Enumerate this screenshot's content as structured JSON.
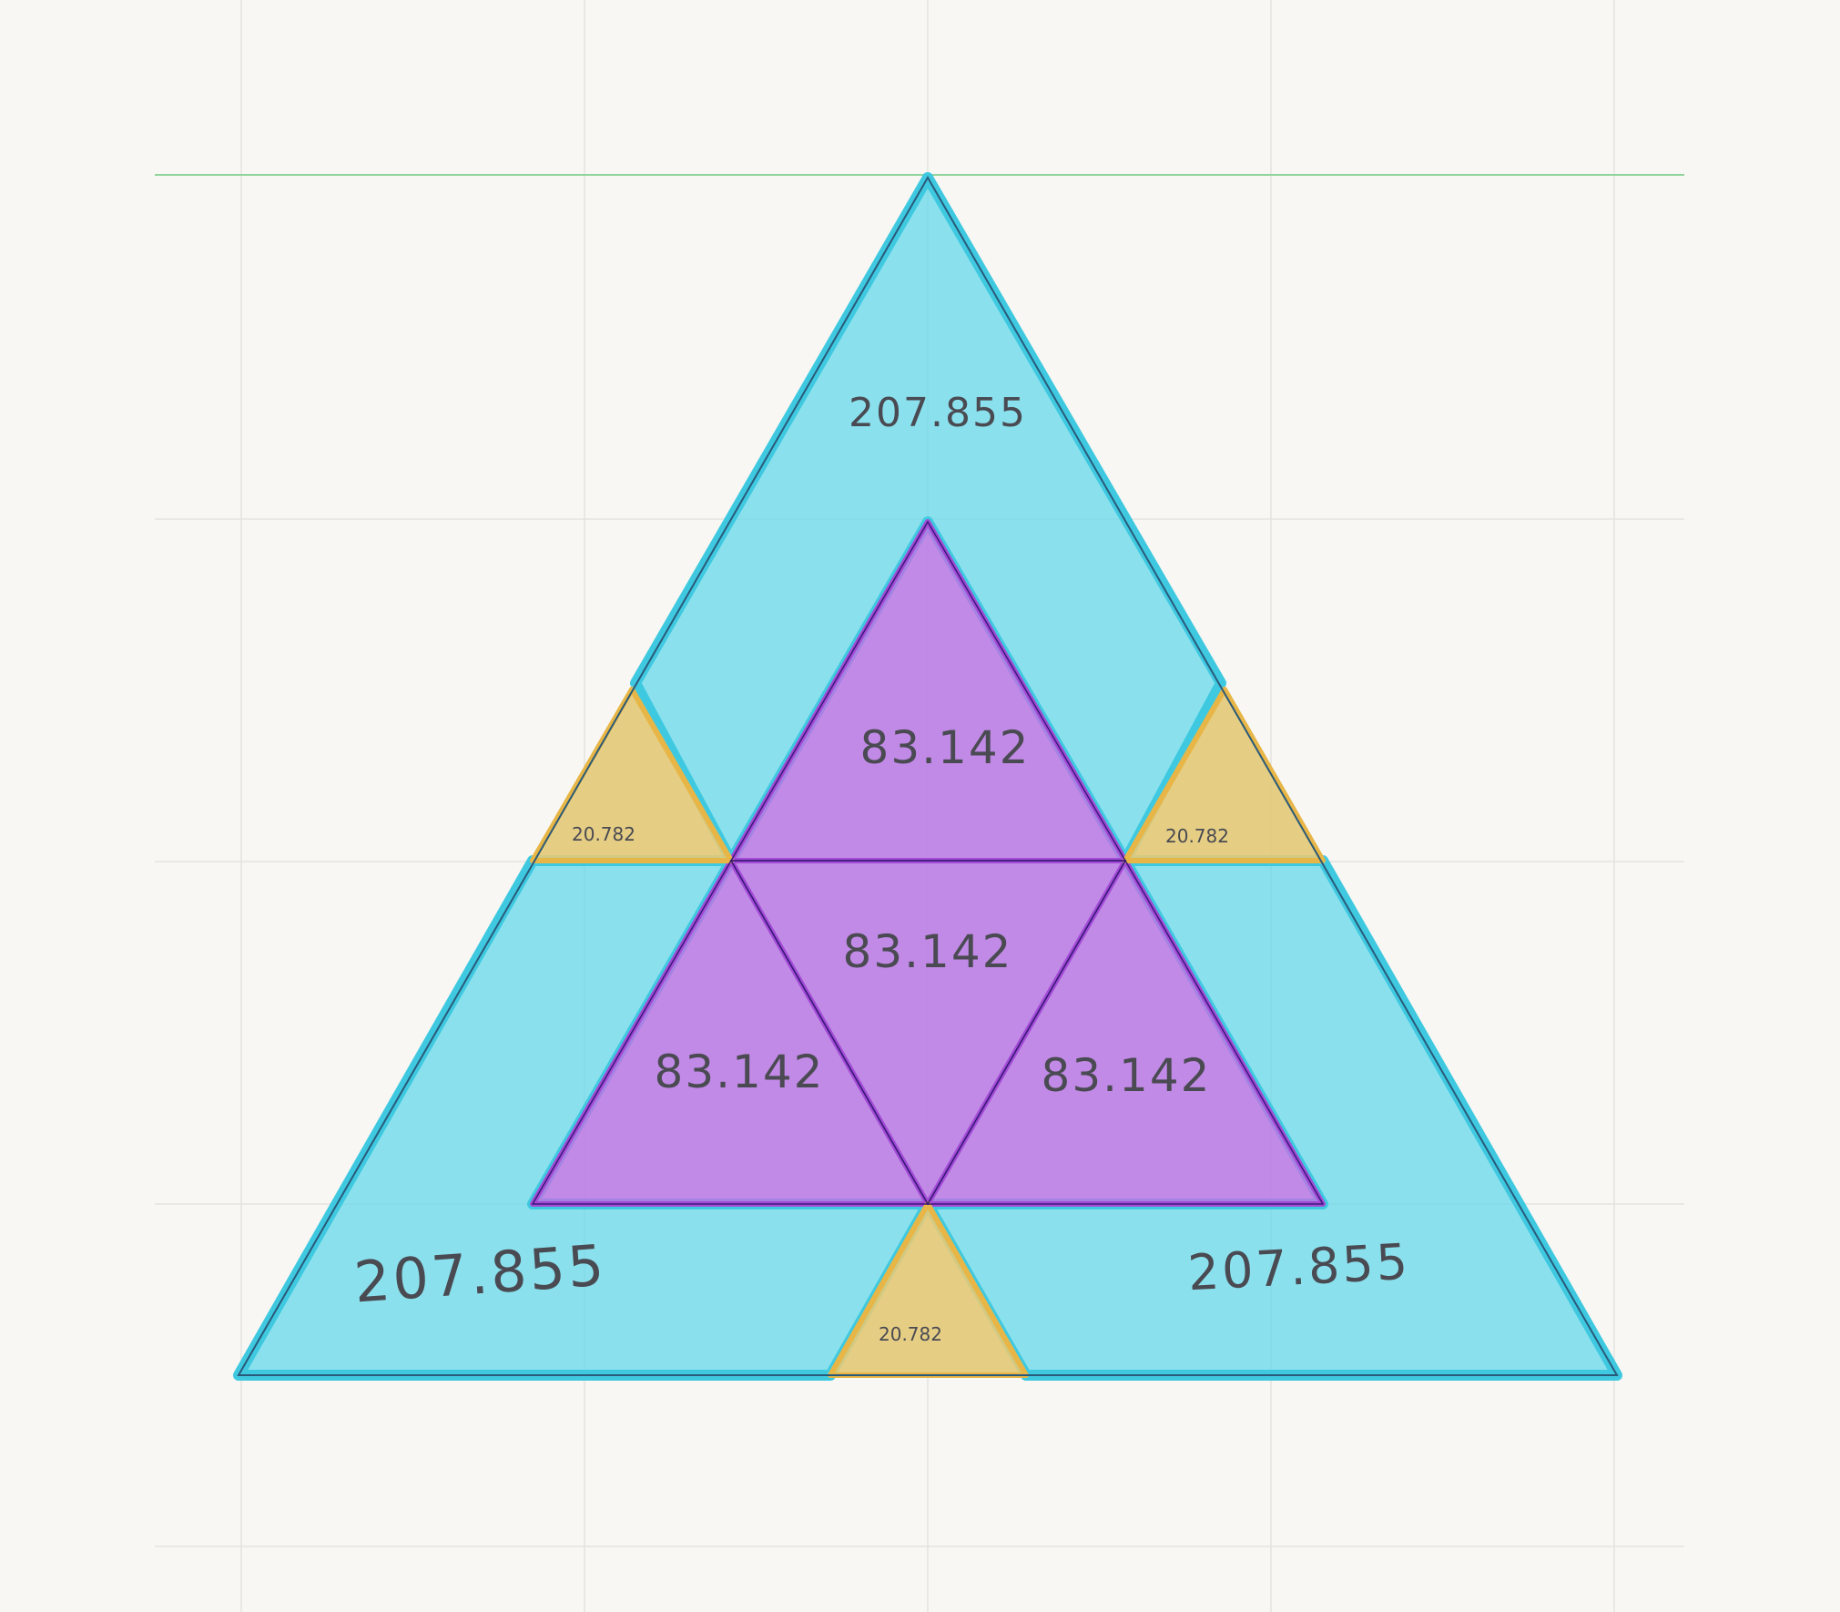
{
  "colors": {
    "background": "#f8f7f3",
    "grid": "#e3e3e0",
    "guide_line": "#8fd49a",
    "cyan_fill": "#5fd8ea",
    "cyan_stroke": "#3fc9e0",
    "purple_fill": "#b777e3",
    "purple_stroke": "#a34bd6",
    "gold_fill": "#e2c978",
    "gold_stroke": "#e7b646",
    "edge": "#2a5a7a",
    "text": "#4a4a52"
  },
  "regions": {
    "cyan_top": {
      "label": "207.855"
    },
    "cyan_left": {
      "label": "207.855"
    },
    "cyan_right": {
      "label": "207.855"
    },
    "purple_top": {
      "label": "83.142"
    },
    "purple_center": {
      "label": "83.142"
    },
    "purple_left": {
      "label": "83.142"
    },
    "purple_right": {
      "label": "83.142"
    },
    "gold_left": {
      "label": "20.782"
    },
    "gold_right": {
      "label": "20.782"
    },
    "gold_bottom": {
      "label": "20.782"
    }
  }
}
